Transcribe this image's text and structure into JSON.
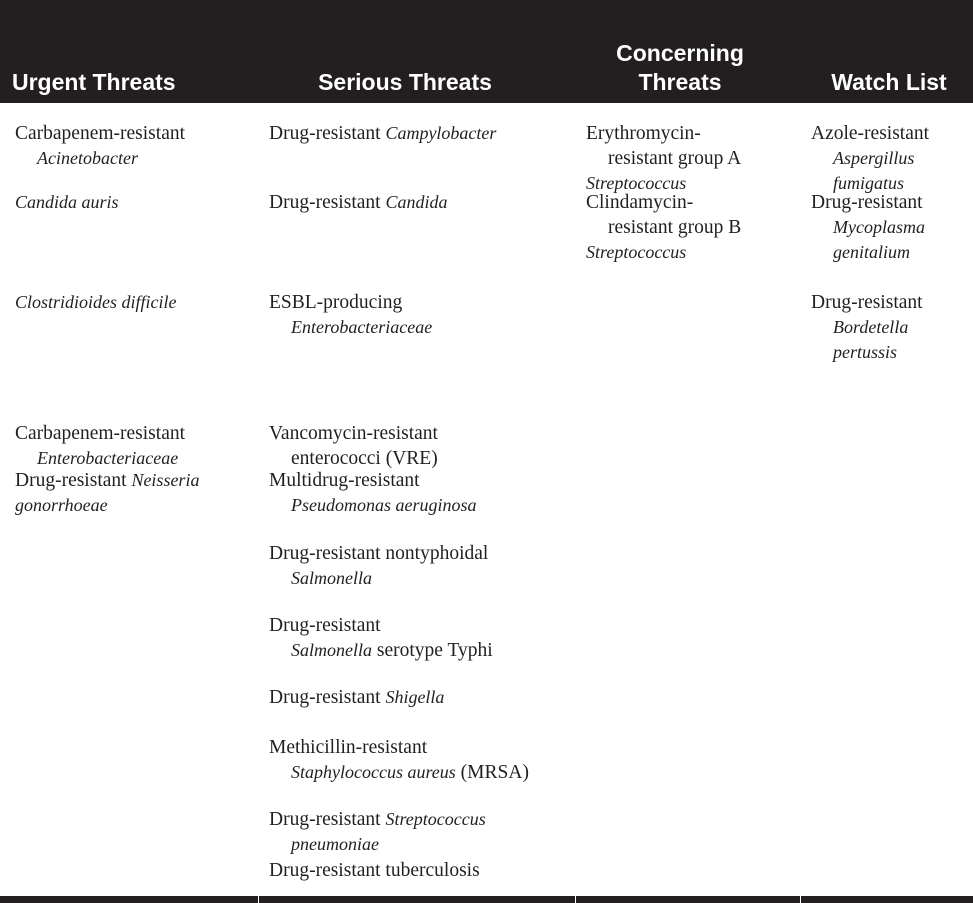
{
  "headers": {
    "urgent": "Urgent Threats",
    "serious": "Serious Threats",
    "concerning_line1": "Concerning",
    "concerning_line2": "Threats",
    "watch": "Watch List"
  },
  "urgent": [
    {
      "a": "Carbapenem-resistant",
      "b_italic": "Acinetobacter"
    },
    {
      "a_italic": "Candida auris"
    },
    {
      "a_italic": "Clostridioides difficile"
    },
    {
      "a": "Carbapenem-resistant",
      "b_italic": "Enterobacteriaceae"
    },
    {
      "a": "Drug-resistant ",
      "a_italic": "Neisseria",
      "b_italic": "gonorrhoeae"
    }
  ],
  "serious": [
    {
      "a": "Drug-resistant ",
      "a_italic": "Campylobacter"
    },
    {
      "a": "Drug-resistant ",
      "a_italic": "Candida"
    },
    {
      "a": "ESBL-producing",
      "b_italic": "Enterobacteriaceae"
    },
    {
      "a": "Vancomycin-resistant",
      "b": "enterococci (VRE)"
    },
    {
      "a": "Multidrug-resistant",
      "b_italic": "Pseudomonas aeruginosa"
    },
    {
      "a": "Drug-resistant nontyphoidal",
      "b_italic": "Salmonella"
    },
    {
      "a": "Drug-resistant",
      "b_italic": "Salmonella",
      "b": " serotype Typhi"
    },
    {
      "a": "Drug-resistant ",
      "a_italic": "Shigella"
    },
    {
      "a": "Methicillin-resistant",
      "b_italic": "Staphylococcus aureus",
      "b": " (MRSA)"
    },
    {
      "a": "Drug-resistant ",
      "a_italic": "Streptococcus",
      "b_italic": "pneumoniae"
    },
    {
      "a": "Drug-resistant tuberculosis"
    }
  ],
  "concerning": [
    {
      "a": "Erythromycin-",
      "b": "resistant group A",
      "c_italic": "Streptococcus"
    },
    {
      "a": "Clindamycin-",
      "b": "resistant group B",
      "c_italic": "Streptococcus"
    }
  ],
  "watch": [
    {
      "a": "Azole-resistant",
      "b_italic": "Aspergillus",
      "c_italic": "fumigatus"
    },
    {
      "a": "Drug-resistant",
      "b_italic": "Mycoplasma",
      "c_italic": "genitalium"
    },
    {
      "a": "Drug-resistant",
      "b_italic": "Bordetella",
      "c_italic": "pertussis"
    }
  ]
}
